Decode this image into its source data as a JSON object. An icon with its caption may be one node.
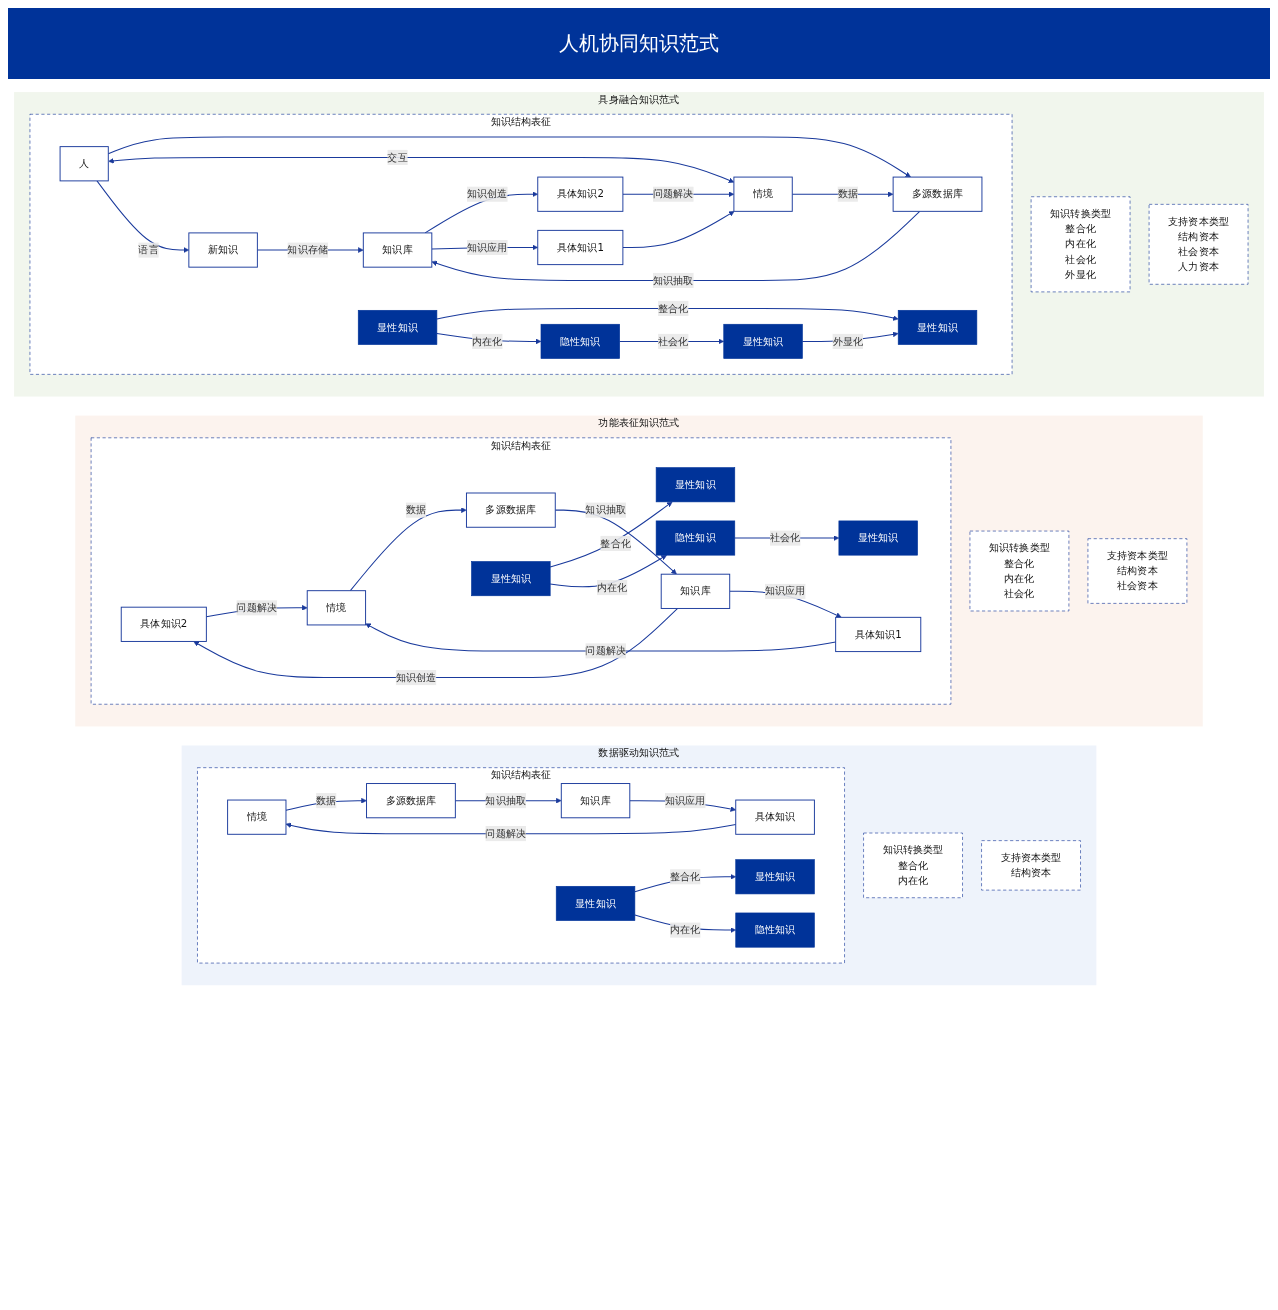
{
  "diagram": {
    "title": "人机协同知识范式",
    "nodes": [
      {
        "text": [
          "数据驱动知识范式"
        ]
      },
      {
        "text": [
          "知识转换类型",
          "整合化",
          "内在化"
        ],
        "in": 0
      },
      {
        "text": [
          "支持资本类型",
          "结构资本"
        ],
        "in": 0
      },
      {
        "text": [
          "知识结构表征"
        ],
        "in": 0
      },
      {
        "text": [
          "情境"
        ],
        "in": 3
      },
      {
        "text": [
          "具体知识"
        ],
        "in": 3
      },
      {
        "text": [
          "显性知识"
        ],
        "in": 3
      },
      {
        "text": [
          "显性知识"
        ],
        "in": 3
      },
      {
        "text": [
          "隐性知识"
        ],
        "in": 3
      },
      {
        "text": [
          "多源数据库"
        ],
        "in": 3
      },
      {
        "text": [
          "知识库"
        ],
        "in": 3
      },
      {
        "text": [
          "功能表征知识范式"
        ]
      },
      {
        "text": [
          "知识转换类型",
          "整合化",
          "内在化",
          "社会化"
        ],
        "in": 11
      },
      {
        "text": [
          "支持资本类型",
          "结构资本",
          "社会资本"
        ],
        "in": 11
      },
      {
        "text": [
          "知识结构表征"
        ],
        "in": 11
      },
      {
        "text": [
          "具体知识2"
        ],
        "in": 14
      },
      {
        "text": [
          "情境"
        ],
        "in": 14
      },
      {
        "text": [
          "具体知识1"
        ],
        "in": 14
      },
      {
        "text": [
          "显性知识"
        ],
        "in": 14
      },
      {
        "text": [
          "显性知识"
        ],
        "in": 14
      },
      {
        "text": [
          "隐性知识"
        ],
        "in": 14
      },
      {
        "text": [
          "显性知识"
        ],
        "in": 14
      },
      {
        "text": [
          "多源数据库"
        ],
        "in": 14
      },
      {
        "text": [
          "知识库"
        ],
        "in": 14
      },
      {
        "text": [
          "具身融合知识范式"
        ]
      },
      {
        "text": [
          "知识转换类型",
          "整合化",
          "内在化",
          "社会化",
          "外显化"
        ],
        "in": 24
      },
      {
        "text": [
          "支持资本类型",
          "结构资本",
          "社会资本",
          "人力资本"
        ],
        "in": 24
      },
      {
        "text": [
          "知识结构表征"
        ],
        "in": 24
      },
      {
        "text": [
          "人"
        ],
        "in": 27
      },
      {
        "text": [
          "新知识"
        ],
        "in": 27
      },
      {
        "text": [
          "具体知识2"
        ],
        "in": 27
      },
      {
        "text": [
          "情境"
        ],
        "in": 27
      },
      {
        "text": [
          "具体知识1"
        ],
        "in": 27
      },
      {
        "text": [
          "显性知识"
        ],
        "in": 27
      },
      {
        "text": [
          "显性知识"
        ],
        "in": 27
      },
      {
        "text": [
          "隐性知识"
        ],
        "in": 27
      },
      {
        "text": [
          "显性知识"
        ],
        "in": 27
      },
      {
        "text": [
          "多源数据库"
        ],
        "in": 27
      },
      {
        "text": [
          "知识库"
        ],
        "in": 27
      }
    ],
    "edges": [
      {
        "from": 5,
        "to": 4,
        "arrow": "to",
        "label": "问题解决"
      },
      {
        "from": 4,
        "to": 9,
        "arrow": "to",
        "label": "数据"
      },
      {
        "from": 6,
        "to": 7,
        "arrow": "to",
        "label": "整合化"
      },
      {
        "from": 6,
        "to": 8,
        "arrow": "to",
        "label": "内在化"
      },
      {
        "from": 9,
        "to": 10,
        "arrow": "to",
        "label": "知识抽取"
      },
      {
        "from": 10,
        "to": 5,
        "arrow": "to",
        "label": "知识应用"
      },
      {
        "from": 15,
        "to": 16,
        "arrow": "to",
        "label": "问题解决"
      },
      {
        "from": 17,
        "to": 16,
        "arrow": "to",
        "label": "问题解决"
      },
      {
        "from": 16,
        "to": 22,
        "arrow": "to",
        "label": "数据"
      },
      {
        "from": 18,
        "to": 19,
        "arrow": "to",
        "label": "整合化"
      },
      {
        "from": 18,
        "to": 20,
        "arrow": "to",
        "label": "内在化"
      },
      {
        "from": 20,
        "to": 21,
        "arrow": "to",
        "label": "社会化"
      },
      {
        "from": 22,
        "to": 23,
        "arrow": "to",
        "label": "知识抽取"
      },
      {
        "from": 23,
        "to": 17,
        "arrow": "to",
        "label": "知识应用"
      },
      {
        "from": 23,
        "to": 15,
        "arrow": "to",
        "label": "知识创造"
      },
      {
        "from": 28,
        "to": 29,
        "arrow": "to",
        "label": "语言"
      },
      {
        "from": 28,
        "to": 31,
        "arrow": "both",
        "label": "交互"
      },
      {
        "from": 28,
        "to": 37,
        "arrow": "to"
      },
      {
        "from": 29,
        "to": 38,
        "arrow": "to",
        "label": "知识存储"
      },
      {
        "from": 38,
        "to": 30,
        "arrow": "to",
        "label": "知识创造"
      },
      {
        "from": 30,
        "to": 31,
        "arrow": "to",
        "label": "问题解决"
      },
      {
        "from": 32,
        "to": 31,
        "arrow": "to"
      },
      {
        "from": 31,
        "to": 37,
        "arrow": "to",
        "label": "数据"
      },
      {
        "from": 33,
        "to": 34,
        "arrow": "to",
        "label": "整合化"
      },
      {
        "from": 33,
        "to": 35,
        "arrow": "to",
        "label": "内在化"
      },
      {
        "from": 35,
        "to": 36,
        "arrow": "to",
        "label": "社会化"
      },
      {
        "from": 36,
        "to": 34,
        "arrow": "to",
        "label": "外显化"
      },
      {
        "from": 37,
        "to": 38,
        "arrow": "to",
        "label": "知识抽取"
      },
      {
        "from": 38,
        "to": 32,
        "arrow": "to",
        "label": "知识应用"
      }
    ]
  }
}
